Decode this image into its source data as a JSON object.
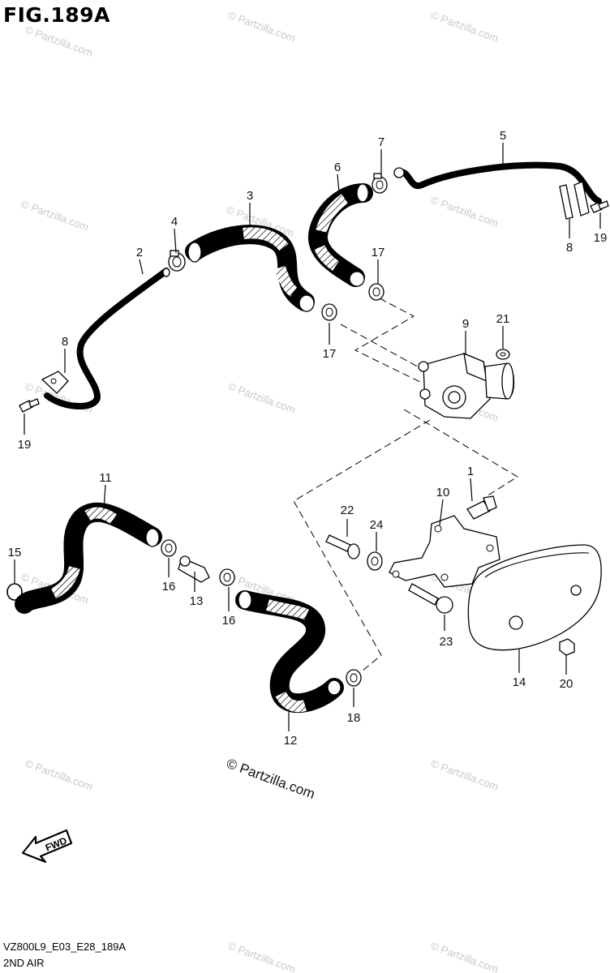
{
  "figure": {
    "title": "FIG.189A",
    "model_code": "VZ800L9_E03_E28_189A",
    "section_name": "2ND AIR",
    "credit": "© Partzilla.com",
    "watermark": "© Partzilla.com",
    "fwd_label": "FWD"
  },
  "callouts": [
    {
      "id": "c1",
      "label": "1"
    },
    {
      "id": "c2",
      "label": "2"
    },
    {
      "id": "c3",
      "label": "3"
    },
    {
      "id": "c4",
      "label": "4"
    },
    {
      "id": "c5",
      "label": "5"
    },
    {
      "id": "c6",
      "label": "6"
    },
    {
      "id": "c7",
      "label": "7"
    },
    {
      "id": "c8a",
      "label": "8"
    },
    {
      "id": "c8b",
      "label": "8"
    },
    {
      "id": "c9",
      "label": "9"
    },
    {
      "id": "c10",
      "label": "10"
    },
    {
      "id": "c11",
      "label": "11"
    },
    {
      "id": "c12",
      "label": "12"
    },
    {
      "id": "c13",
      "label": "13"
    },
    {
      "id": "c14",
      "label": "14"
    },
    {
      "id": "c15",
      "label": "15"
    },
    {
      "id": "c16a",
      "label": "16"
    },
    {
      "id": "c16b",
      "label": "16"
    },
    {
      "id": "c17a",
      "label": "17"
    },
    {
      "id": "c17b",
      "label": "17"
    },
    {
      "id": "c18",
      "label": "18"
    },
    {
      "id": "c19a",
      "label": "19"
    },
    {
      "id": "c19b",
      "label": "19"
    },
    {
      "id": "c20",
      "label": "20"
    },
    {
      "id": "c21",
      "label": "21"
    },
    {
      "id": "c22",
      "label": "22"
    },
    {
      "id": "c23",
      "label": "23"
    },
    {
      "id": "c24",
      "label": "24"
    }
  ]
}
